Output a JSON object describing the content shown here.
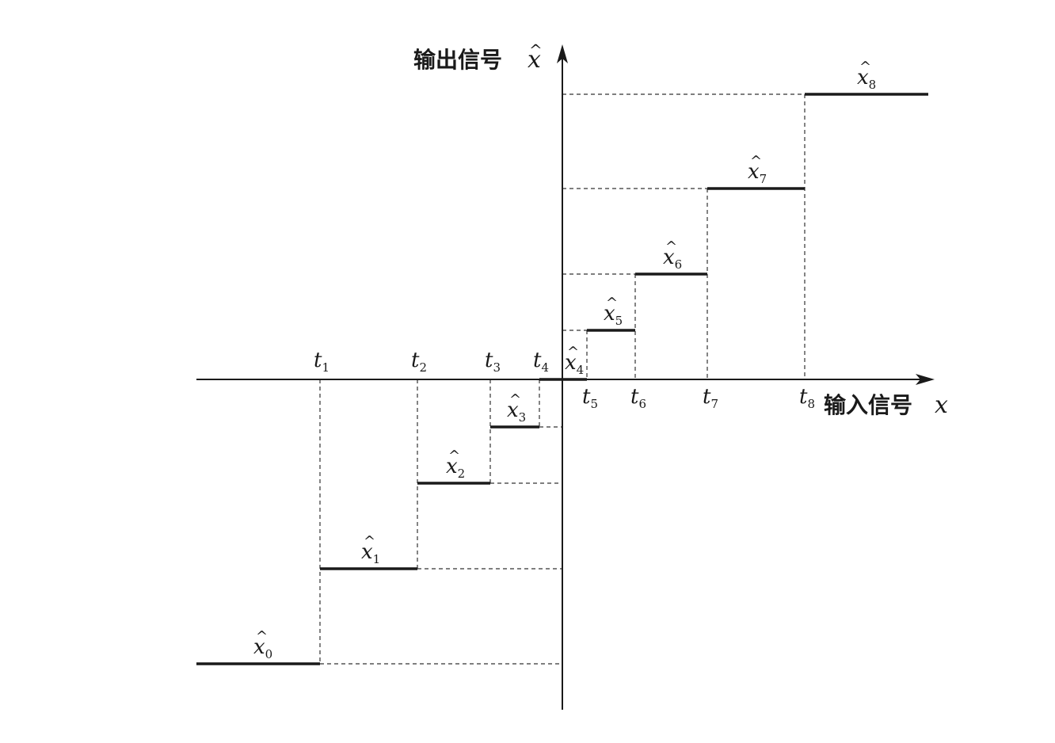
{
  "axes": {
    "y_label_text": "输出信号",
    "y_label_symbol": "x",
    "y_label_hat": "^",
    "x_label_text": "输入信号",
    "x_label_symbol": "x"
  },
  "thresholds": [
    {
      "var": "t",
      "sub": "1"
    },
    {
      "var": "t",
      "sub": "2"
    },
    {
      "var": "t",
      "sub": "3"
    },
    {
      "var": "t",
      "sub": "4"
    },
    {
      "var": "t",
      "sub": "5"
    },
    {
      "var": "t",
      "sub": "6"
    },
    {
      "var": "t",
      "sub": "7"
    },
    {
      "var": "t",
      "sub": "8"
    }
  ],
  "levels": [
    {
      "var": "x",
      "hat": "^",
      "sub": "0"
    },
    {
      "var": "x",
      "hat": "^",
      "sub": "1"
    },
    {
      "var": "x",
      "hat": "^",
      "sub": "2"
    },
    {
      "var": "x",
      "hat": "^",
      "sub": "3"
    },
    {
      "var": "x",
      "hat": "^",
      "sub": "4"
    },
    {
      "var": "x",
      "hat": "^",
      "sub": "5"
    },
    {
      "var": "x",
      "hat": "^",
      "sub": "6"
    },
    {
      "var": "x",
      "hat": "^",
      "sub": "7"
    },
    {
      "var": "x",
      "hat": "^",
      "sub": "8"
    }
  ]
}
